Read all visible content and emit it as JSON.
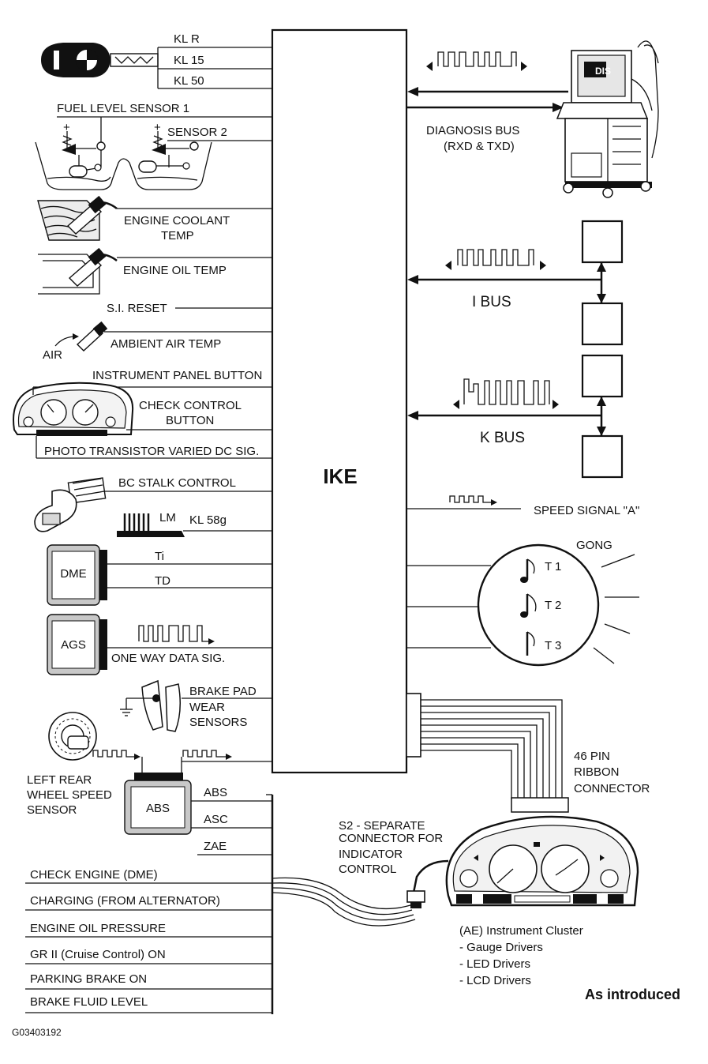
{
  "center": {
    "title": "IKE"
  },
  "key_inputs": [
    "KL R",
    "KL 15",
    "KL 50"
  ],
  "fuel": {
    "sensor1": "FUEL LEVEL SENSOR 1",
    "sensor2": "SENSOR 2",
    "plus": "+"
  },
  "coolant": {
    "line1": "ENGINE COOLANT",
    "line2": "TEMP"
  },
  "oil_temp": "ENGINE OIL TEMP",
  "si_reset": "S.I. RESET",
  "ambient": {
    "label": "AMBIENT AIR TEMP",
    "air": "AIR"
  },
  "instrument_panel_button": "INSTRUMENT PANEL BUTTON",
  "check_control": {
    "line1": "CHECK CONTROL",
    "line2": "BUTTON"
  },
  "photo_transistor": "PHOTO TRANSISTOR VARIED DC SIG.",
  "bc_stalk": "BC STALK CONTROL",
  "lm": {
    "label": "LM",
    "kl": "KL 58g"
  },
  "dme": {
    "label": "DME",
    "ti": "Ti",
    "td": "TD"
  },
  "ags": {
    "label": "AGS",
    "signal": "ONE WAY DATA SIG."
  },
  "brake_pad": {
    "line1": "BRAKE PAD",
    "line2": "WEAR",
    "line3": "SENSORS"
  },
  "wheel_sensor": {
    "line1": "LEFT REAR",
    "line2": "WHEEL SPEED",
    "line3": "SENSOR"
  },
  "abs": {
    "label": "ABS",
    "outputs": [
      "ABS",
      "ASC",
      "ZAE"
    ]
  },
  "indicator_inputs": [
    "CHECK ENGINE  (DME)",
    "CHARGING (FROM ALTERNATOR)",
    "ENGINE OIL PRESSURE",
    "GR II (Cruise Control) ON",
    "PARKING BRAKE ON",
    "BRAKE FLUID LEVEL"
  ],
  "diagnosis": {
    "line1": "DIAGNOSIS BUS",
    "line2": "(RXD & TXD)",
    "screen": "DIS"
  },
  "i_bus": "I BUS",
  "k_bus": "K BUS",
  "speed_signal": "SPEED SIGNAL \"A\"",
  "gong": {
    "label": "GONG",
    "tones": [
      "T 1",
      "T 2",
      "T 3"
    ]
  },
  "ribbon": {
    "line1": "46 PIN",
    "line2": "RIBBON",
    "line3": "CONNECTOR"
  },
  "s2": {
    "line1": "S2 - SEPARATE",
    "line2": "CONNECTOR FOR",
    "line3": "INDICATOR",
    "line4": "CONTROL"
  },
  "cluster": {
    "title": "(AE) Instrument Cluster",
    "items": [
      "- Gauge Drivers",
      "- LED Drivers",
      "- LCD Drivers"
    ]
  },
  "note": "As introduced",
  "figure_id": "G03403192"
}
